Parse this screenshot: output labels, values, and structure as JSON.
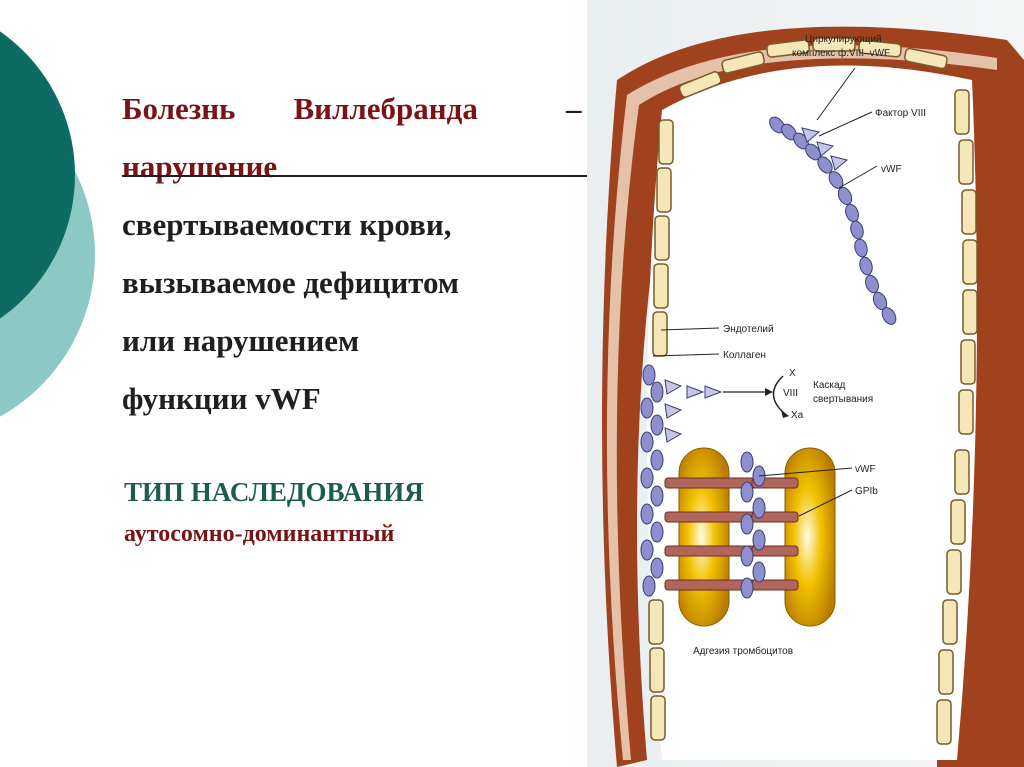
{
  "slide": {
    "title_line1_word1": "Болезнь",
    "title_line1_word2": "Виллебранда",
    "title_dash": "–",
    "title_line2": "нарушение",
    "title_line3": "свертываемости крови,",
    "title_line4": "вызываемое дефицитом",
    "title_line5": "или нарушением",
    "title_line6": "функции vWF",
    "inheritance_heading": "ТИП НАСЛЕДОВАНИЯ",
    "inheritance_value": "аутосомно-доминантный"
  },
  "diagram": {
    "labels": {
      "circulating_complex_line1": "Циркулирующий",
      "circulating_complex_line2": "комплекс ф.VIII–vWF",
      "factor_viii": "Фактор VIII",
      "vwf_top": "vWF",
      "endothelium": "Эндотелий",
      "collagen": "Коллаген",
      "viii": "VIII",
      "x": "X",
      "xa": "Xa",
      "cascade_line1": "Каскад",
      "cascade_line2": "свертывания",
      "vwf_bottom": "vWF",
      "gpib": "GPIb",
      "platelet_adhesion": "Адгезия тромбоцитов"
    }
  },
  "colors": {
    "teal_dark": "#0e6b64",
    "teal_light": "#8cc9c4",
    "vessel_brown": "#a0421e",
    "endothelium_cell": "#f6e7b8",
    "vwf_bead": "#8f8fd0",
    "platelet": "#e8b400"
  }
}
